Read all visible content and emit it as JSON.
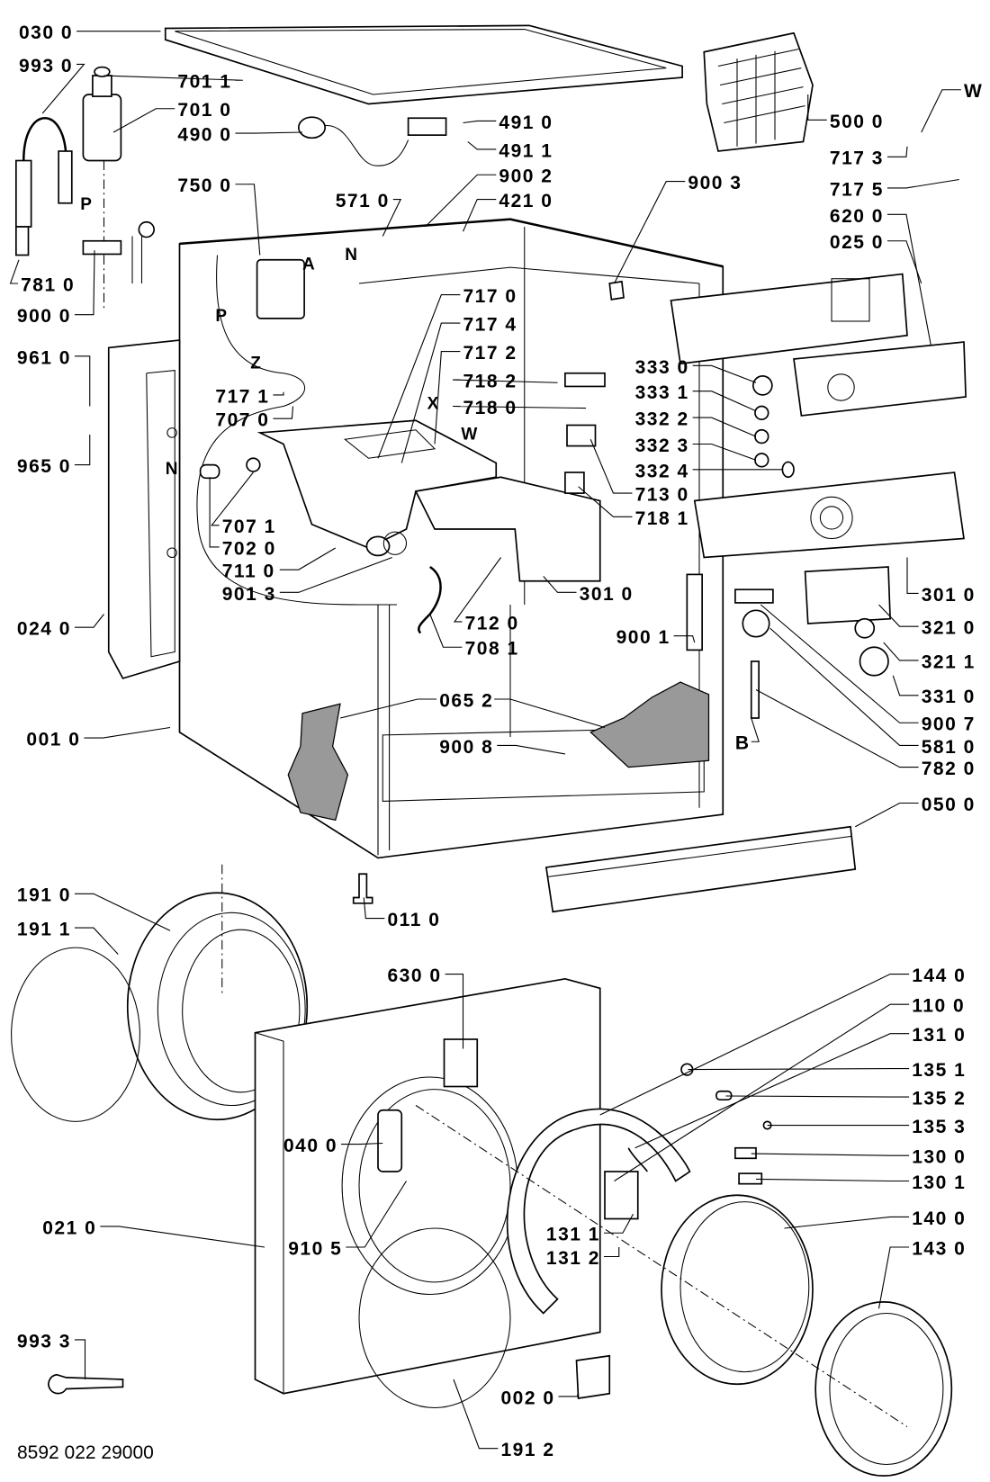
{
  "document_number": "8592 022 29000",
  "labels": [
    "030 0",
    "993 0",
    "701 1",
    "701 0",
    "490 0",
    "491 0",
    "491 1",
    "900 2",
    "421 0",
    "750 0",
    "571 0",
    "900 3",
    "500 0",
    "W",
    "717 3",
    "717 5",
    "620 0",
    "025 0",
    "781 0",
    "900 0",
    "717 0",
    "717 4",
    "717 2",
    "961 0",
    "717 1",
    "707 0",
    "718 2",
    "718 0",
    "333 0",
    "333 1",
    "332 2",
    "332 3",
    "332 4",
    "713 0",
    "718 1",
    "965 0",
    "707 1",
    "702 0",
    "711 0",
    "901 3",
    "301 0",
    "712 0",
    "708 1",
    "900 1",
    "301 0",
    "321 0",
    "321 1",
    "331 0",
    "900 7",
    "581 0",
    "782 0",
    "B",
    "024 0",
    "065 2",
    "001 0",
    "900 8",
    "050 0",
    "191 0",
    "191 1",
    "011 0",
    "630 0",
    "144 0",
    "110 0",
    "131 0",
    "135 1",
    "135 2",
    "135 3",
    "130 0",
    "130 1",
    "140 0",
    "143 0",
    "040 0",
    "021 0",
    "910 5",
    "131 1",
    "131 2",
    "993 3",
    "002 0",
    "191 2"
  ],
  "markers": [
    "A",
    "P",
    "P",
    "Z",
    "N",
    "X",
    "W",
    "N"
  ]
}
